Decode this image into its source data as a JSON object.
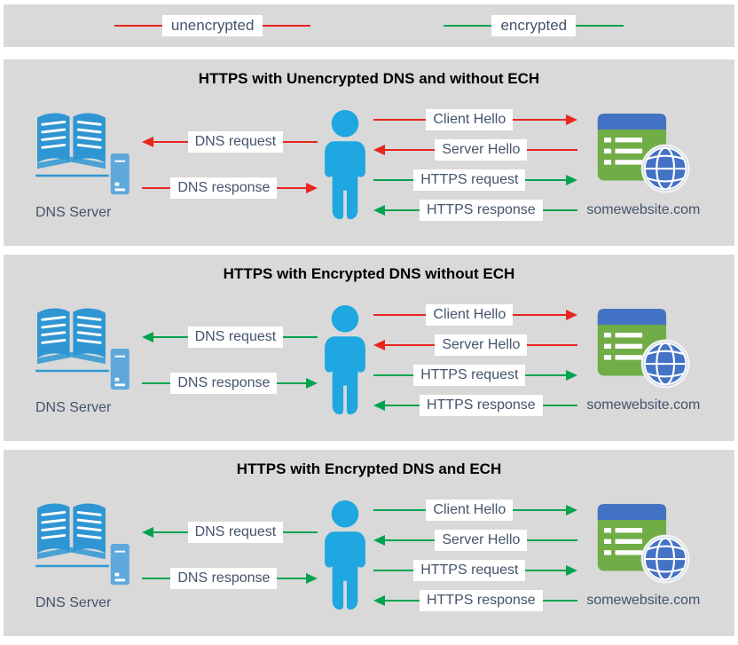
{
  "colors": {
    "unencrypted": "#e8251f",
    "encrypted": "#00a44f",
    "panel_bg": "#d9d9d9",
    "label_text": "#44546a",
    "title_color": "#000000",
    "person_blue": "#1ea7e0",
    "book_blue": "#2f96d3",
    "server_blue": "#5fa8dc",
    "web_green": "#70ad47",
    "web_bar_blue": "#4472c4"
  },
  "legend": {
    "items": [
      {
        "label": "unencrypted",
        "color": "#e8251f"
      },
      {
        "label": "encrypted",
        "color": "#00a44f"
      }
    ]
  },
  "panels": [
    {
      "title": "HTTPS with Unencrypted DNS and without ECH",
      "dns_label": "DNS Server",
      "site_label": "somewebsite.com",
      "left_arrows": [
        {
          "label": "DNS request",
          "direction": "left",
          "color": "#e8251f"
        },
        {
          "label": "DNS response",
          "direction": "right",
          "color": "#e8251f"
        }
      ],
      "right_arrows": [
        {
          "label": "Client Hello",
          "direction": "right",
          "color": "#e8251f"
        },
        {
          "label": "Server Hello",
          "direction": "left",
          "color": "#e8251f"
        },
        {
          "label": "HTTPS request",
          "direction": "right",
          "color": "#00a44f"
        },
        {
          "label": "HTTPS response",
          "direction": "left",
          "color": "#00a44f"
        }
      ]
    },
    {
      "title": "HTTPS with Encrypted DNS without ECH",
      "dns_label": "DNS Server",
      "site_label": "somewebsite.com",
      "left_arrows": [
        {
          "label": "DNS request",
          "direction": "left",
          "color": "#00a44f"
        },
        {
          "label": "DNS response",
          "direction": "right",
          "color": "#00a44f"
        }
      ],
      "right_arrows": [
        {
          "label": "Client Hello",
          "direction": "right",
          "color": "#e8251f"
        },
        {
          "label": "Server Hello",
          "direction": "left",
          "color": "#e8251f"
        },
        {
          "label": "HTTPS request",
          "direction": "right",
          "color": "#00a44f"
        },
        {
          "label": "HTTPS response",
          "direction": "left",
          "color": "#00a44f"
        }
      ]
    },
    {
      "title": "HTTPS with Encrypted DNS and ECH",
      "dns_label": "DNS Server",
      "site_label": "somewebsite.com",
      "left_arrows": [
        {
          "label": "DNS request",
          "direction": "left",
          "color": "#00a44f"
        },
        {
          "label": "DNS response",
          "direction": "right",
          "color": "#00a44f"
        }
      ],
      "right_arrows": [
        {
          "label": "Client Hello",
          "direction": "right",
          "color": "#00a44f"
        },
        {
          "label": "Server Hello",
          "direction": "left",
          "color": "#00a44f"
        },
        {
          "label": "HTTPS request",
          "direction": "right",
          "color": "#00a44f"
        },
        {
          "label": "HTTPS response",
          "direction": "left",
          "color": "#00a44f"
        }
      ]
    }
  ]
}
